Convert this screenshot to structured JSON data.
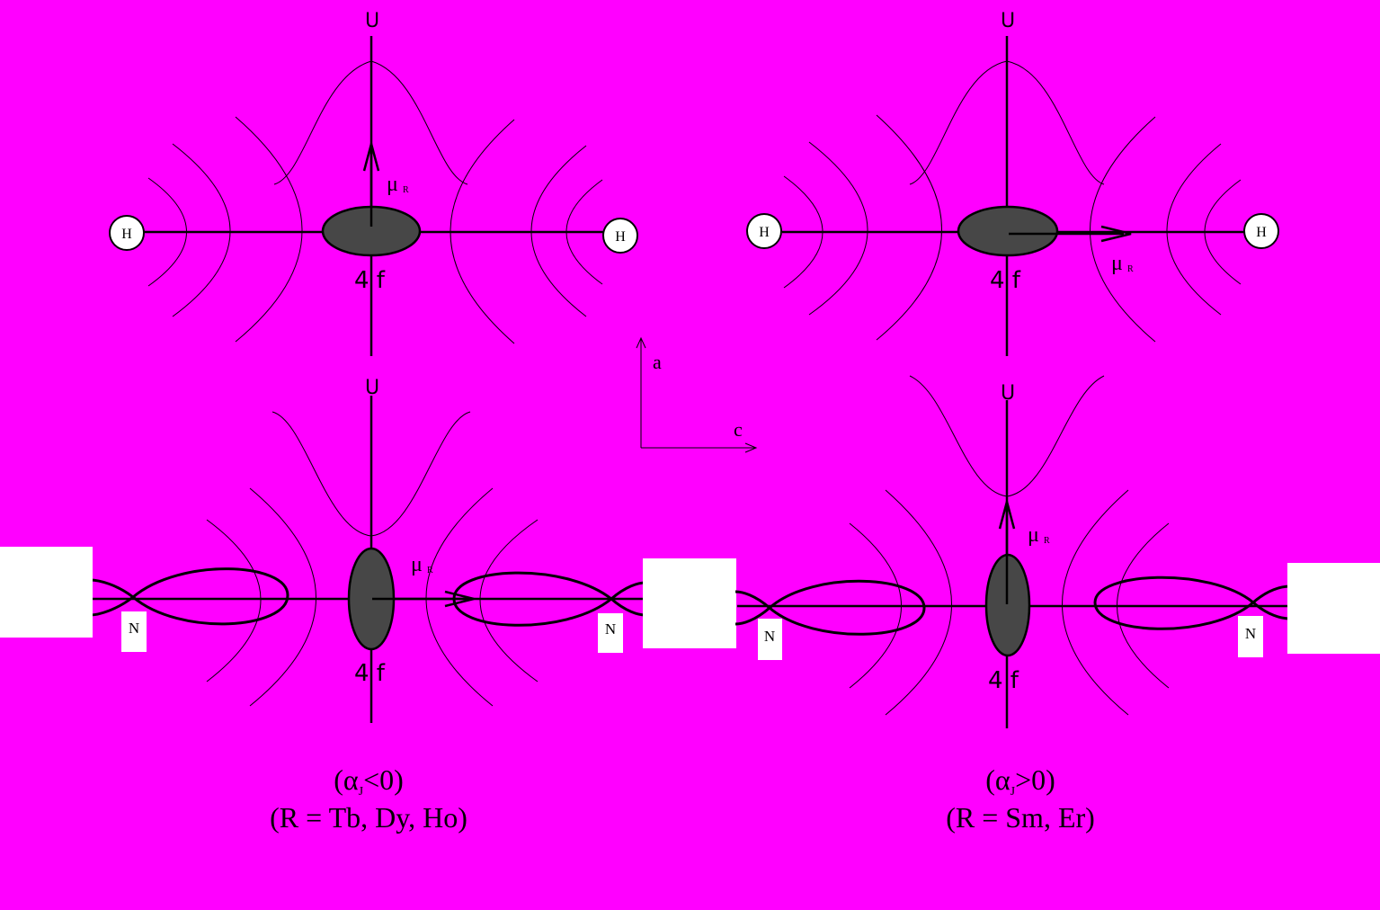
{
  "colors": {
    "background": "#ff00ff",
    "ion_fill": "#474747",
    "line": "#000000",
    "atom_fill": "#ffffff"
  },
  "labels": {
    "u": "U",
    "h": "H",
    "n": "N",
    "f4": "4 f",
    "mu": "μ",
    "mu_sub": "R",
    "axis_a": "a",
    "axis_c": "c"
  },
  "captions": {
    "left_line1": "(α",
    "left_sub": "J",
    "left_line1_end": "<0)",
    "left_line2": "(R = Tb, Dy, Ho)",
    "right_line1": "(α",
    "right_sub": "J",
    "right_line1_end": ">0)",
    "right_line2": "(R = Sm, Er)"
  }
}
